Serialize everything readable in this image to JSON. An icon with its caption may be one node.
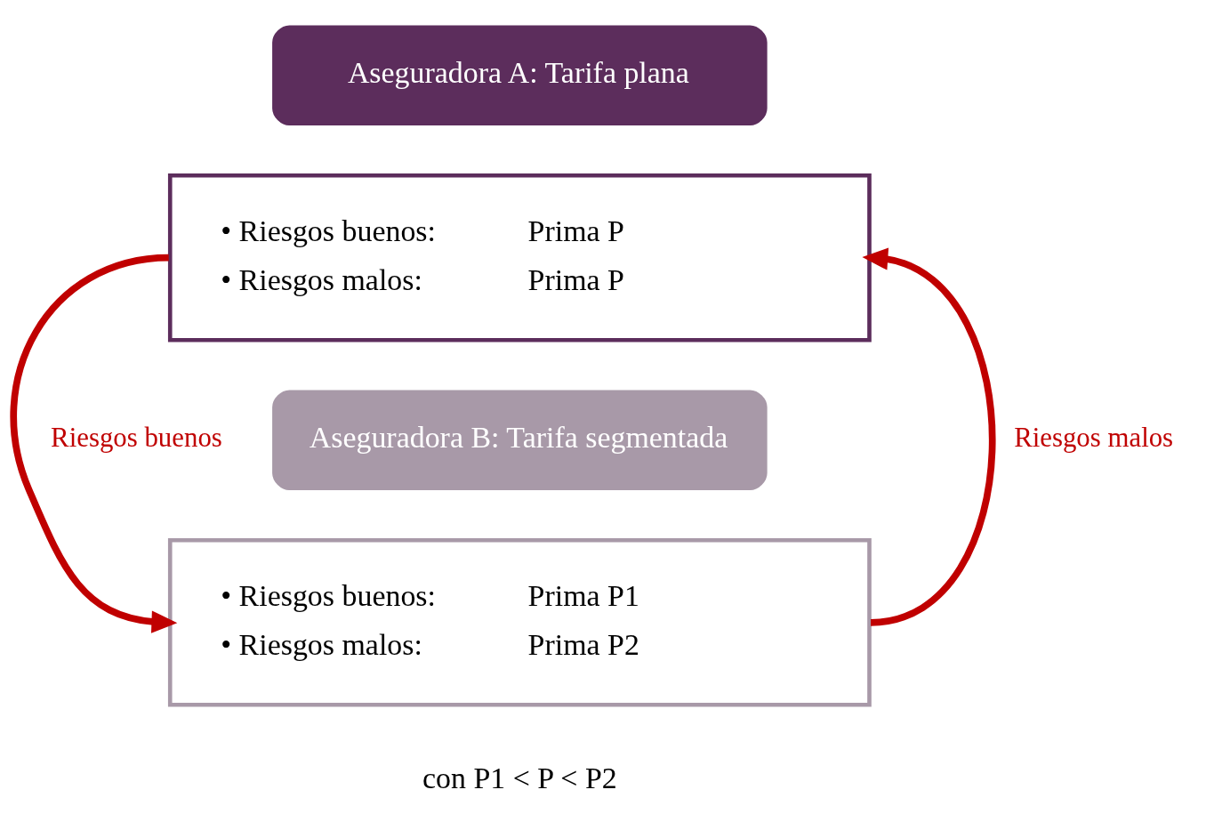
{
  "diagram": {
    "nodes": [
      {
        "text": [
          "• Riesgos buenos:",
          "Prima P",
          "• Riesgos malos:",
          "Prima P"
        ]
      },
      {
        "text": [
          "Aseguradora A: Tarifa plana"
        ]
      },
      {
        "text": [
          "• Riesgos buenos:",
          "Prima P1",
          "• Riesgos malos:",
          "Prima P2"
        ]
      },
      {
        "text": [
          "Aseguradora B: Tarifa segmentada"
        ]
      }
    ],
    "edges": [
      {
        "from": 0,
        "to": 2,
        "arrow": "to",
        "label": "Riesgos buenos"
      },
      {
        "from": 2,
        "to": 0,
        "arrow": "to",
        "label": "Riesgos malos"
      }
    ],
    "labels": [
      "con P1 < P < P2"
    ]
  }
}
